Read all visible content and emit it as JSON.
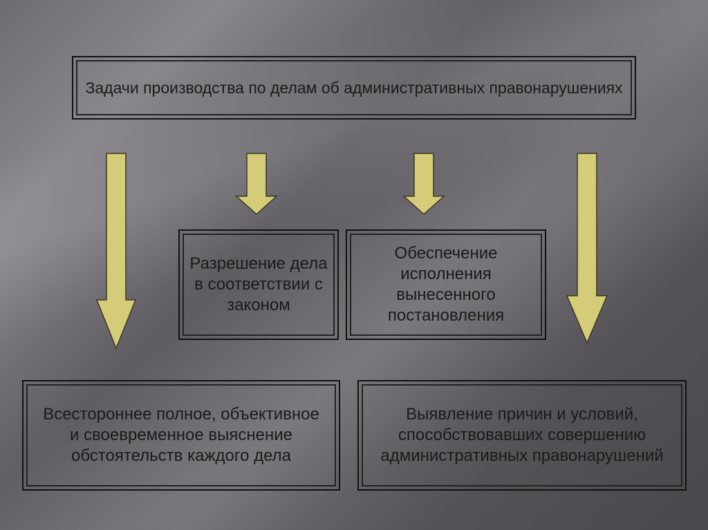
{
  "diagram": {
    "title": "Задачи производства по делам об административных правонарушениях",
    "boxes": {
      "resolution": "Разрешение дела в соответствии с законом",
      "enforcement": "Обеспечение исполнения вынесенного постановления",
      "investigation": "Всестороннее полное, объективное и своевременное выяснение обстоятельств каждого дела",
      "causes": "Выявление причин и условий, способствовавших совершению административных правонарушений"
    },
    "colors": {
      "arrow_fill": "#d4cc78",
      "arrow_stroke": "#3a3820",
      "box_border": "#111111",
      "text": "#1a1a1a"
    }
  }
}
